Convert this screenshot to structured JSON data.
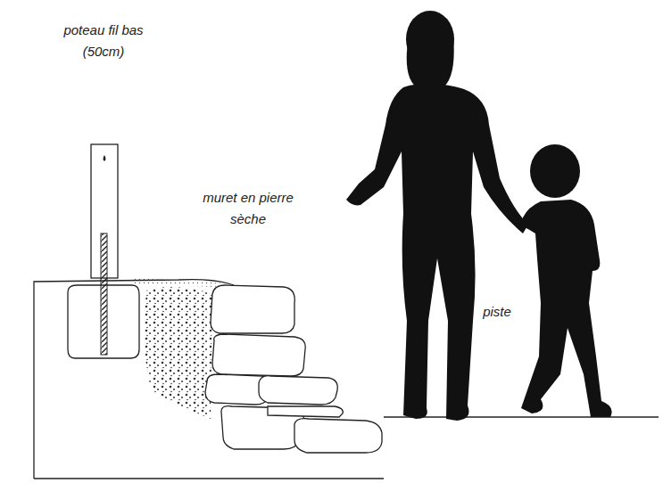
{
  "diagram": {
    "labels": [
      "poteau fil bas (50cm)",
      "muret en pierre sèche",
      "piste"
    ]
  }
}
